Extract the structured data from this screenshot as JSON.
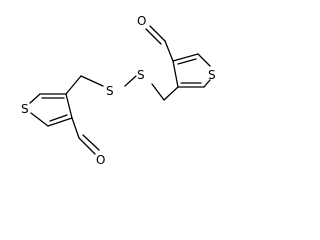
{
  "atoms": {
    "sulfur_left_ring": "S",
    "sulfur_right_ring": "S",
    "sulfur_bridge_a": "S",
    "sulfur_bridge_b": "S",
    "oxygen_left": "O",
    "oxygen_right": "O"
  },
  "colors": {
    "bond": "#000000",
    "background": "#ffffff"
  }
}
